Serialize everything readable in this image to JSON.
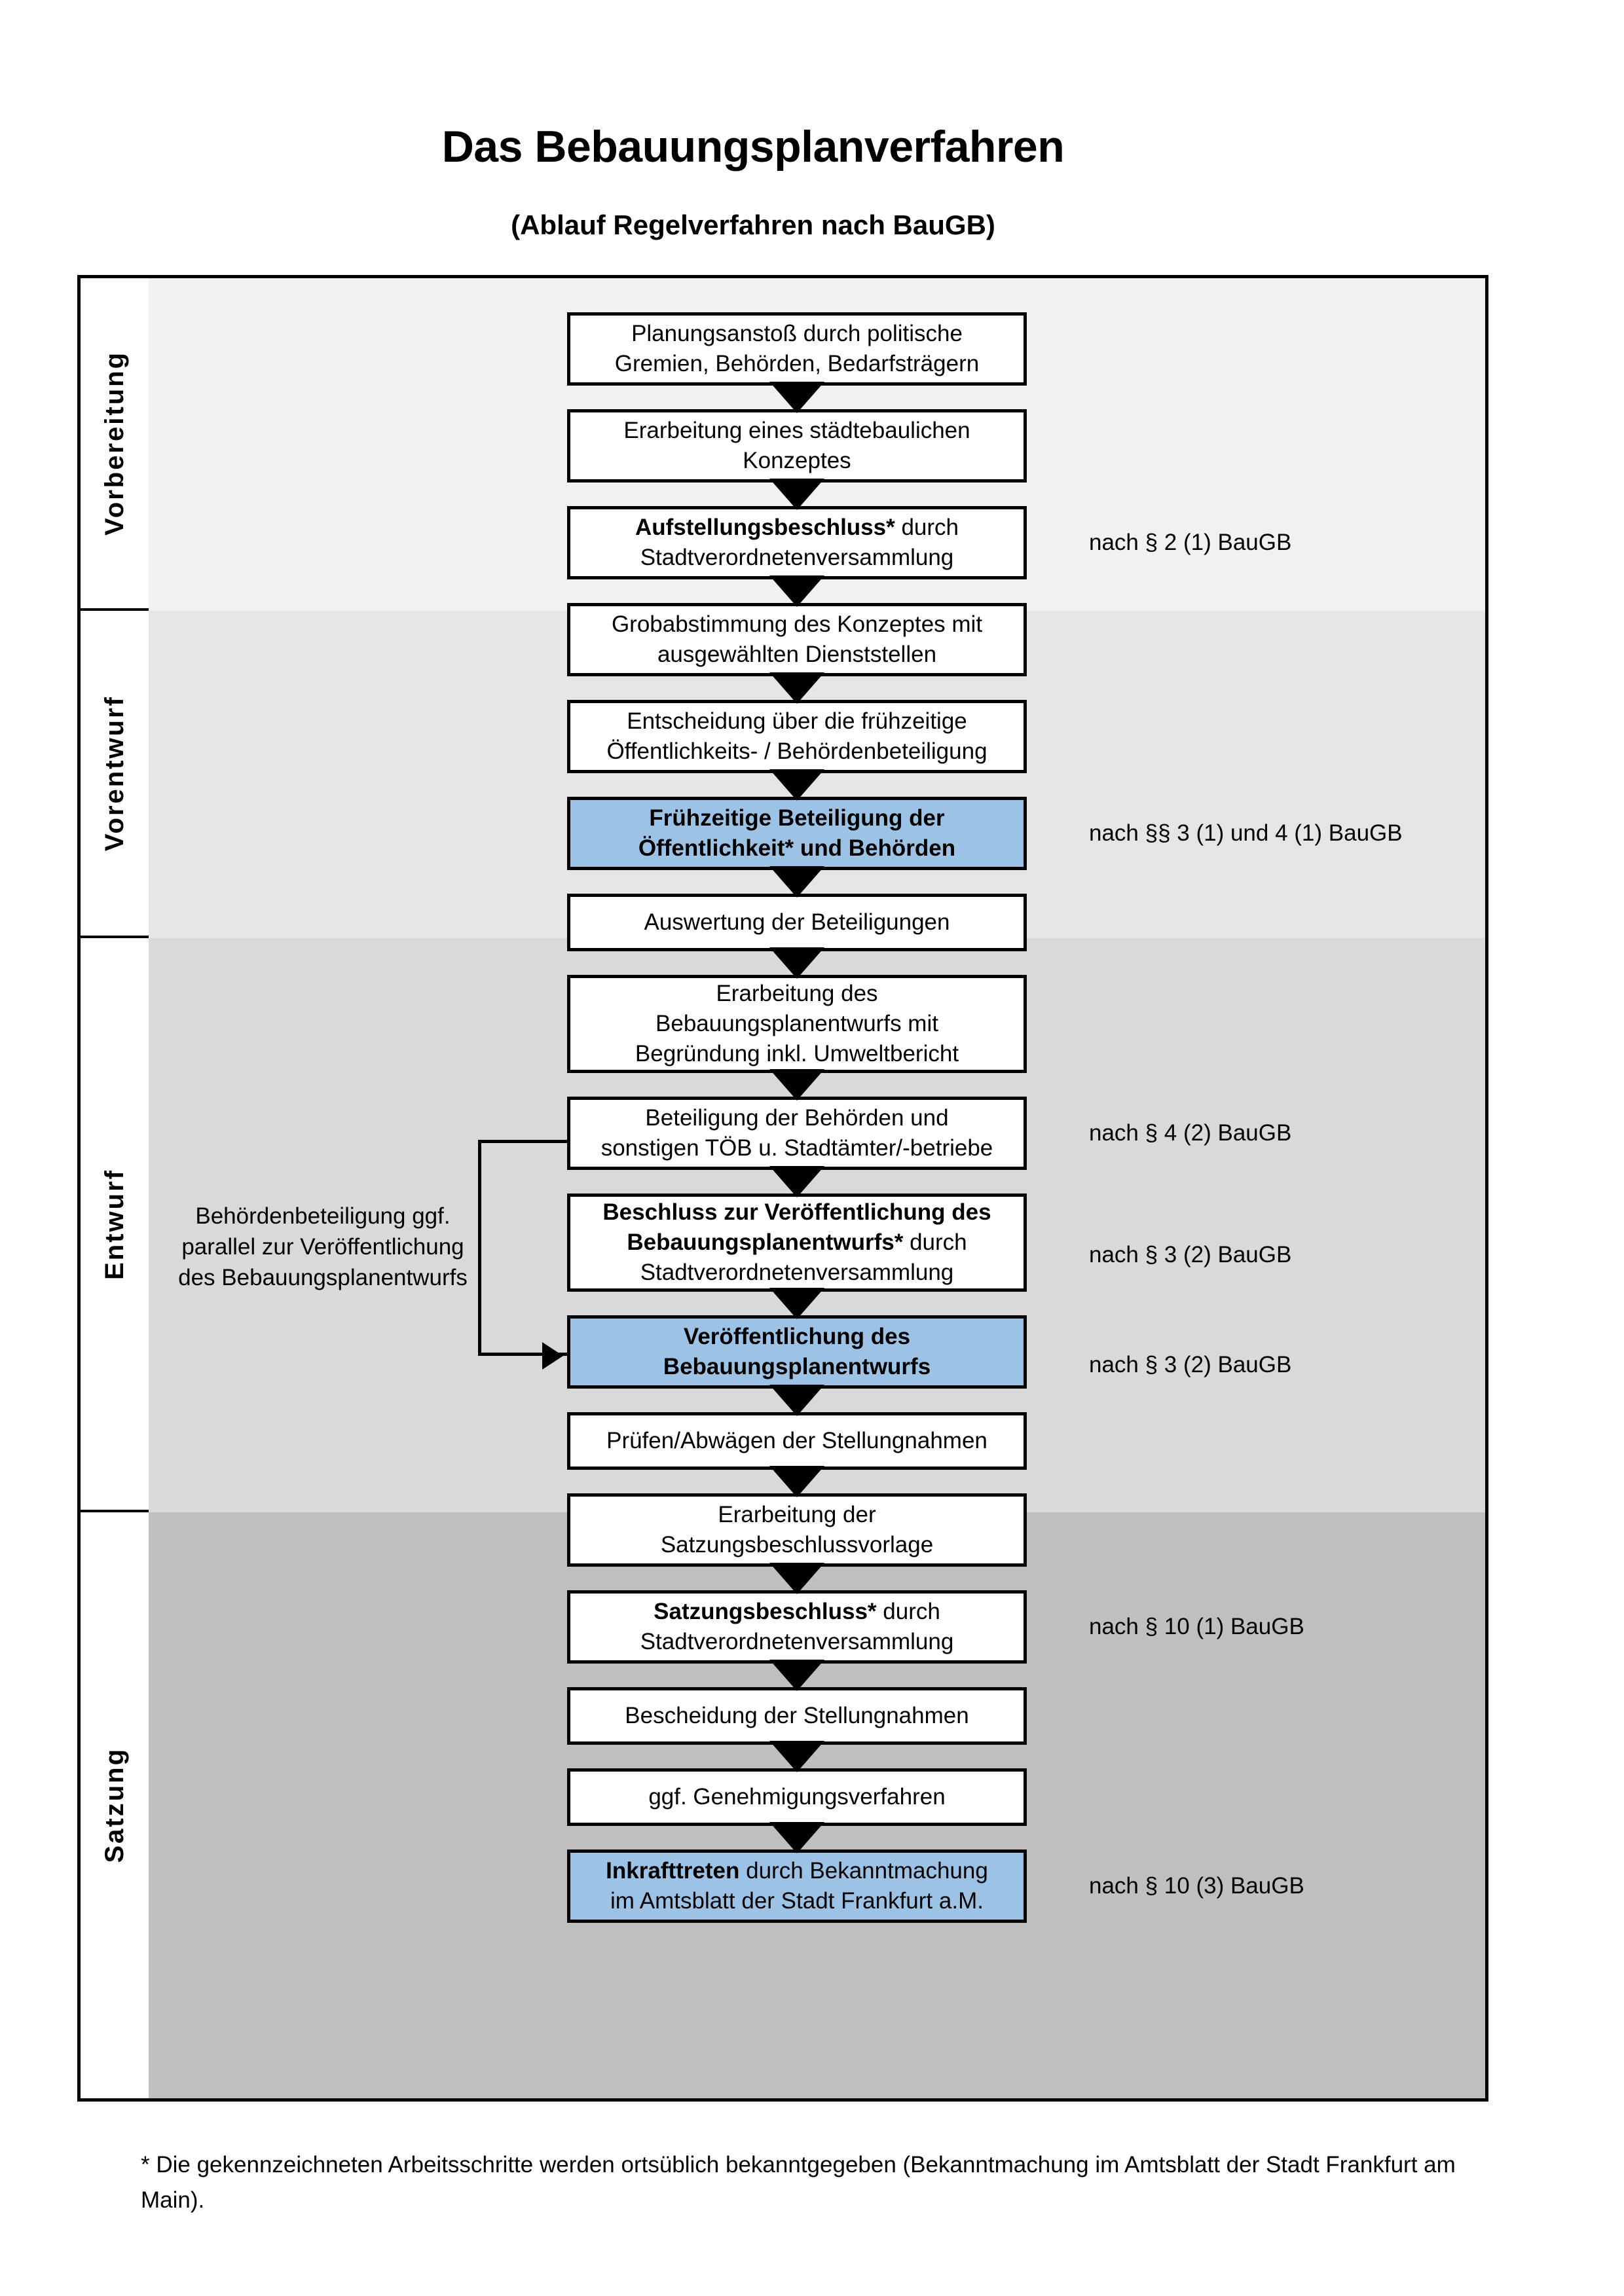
{
  "header": {
    "title": "Das Bebauungsplanverfahren",
    "subtitle": "(Ablauf Regelverfahren nach BauGB)"
  },
  "chart_data": {
    "type": "flowchart",
    "title": "Das Bebauungsplanverfahren",
    "subtitle": "(Ablauf Regelverfahren nach BauGB)",
    "orientation": "top-to-bottom",
    "phases": [
      {
        "id": "vorbereitung",
        "label": "Vorbereitung",
        "band_color": "#F1F1F1"
      },
      {
        "id": "vorentwurf",
        "label": "Vorentwurf",
        "band_color": "#E5E5E5"
      },
      {
        "id": "entwurf",
        "label": "Entwurf",
        "band_color": "#D9D9D9"
      },
      {
        "id": "satzung",
        "label": "Satzung",
        "band_color": "#BFBFBF"
      }
    ],
    "accent_color": "#9CC3E5",
    "steps": [
      {
        "id": "s1",
        "phase": "vorbereitung",
        "highlight": false,
        "lines": [
          {
            "t": "Planungsanstoß durch politische",
            "b": false
          },
          {
            "t": "Gremien, Behörden, Bedarfsträgern",
            "b": false
          }
        ]
      },
      {
        "id": "s2",
        "phase": "vorbereitung",
        "highlight": false,
        "lines": [
          {
            "t": "Erarbeitung eines städtebaulichen",
            "b": false
          },
          {
            "t": "Konzeptes",
            "b": false
          }
        ]
      },
      {
        "id": "s3",
        "phase": "vorbereitung",
        "highlight": false,
        "lines": [
          {
            "t": "Aufstellungsbeschluss*",
            "b": true,
            "suffix": " durch"
          },
          {
            "t": "Stadtverordnetenversammlung",
            "b": false
          }
        ]
      },
      {
        "id": "s4",
        "phase": "vorentwurf",
        "highlight": false,
        "lines": [
          {
            "t": "Grobabstimmung des Konzeptes mit",
            "b": false
          },
          {
            "t": "ausgewählten Dienststellen",
            "b": false
          }
        ]
      },
      {
        "id": "s5",
        "phase": "vorentwurf",
        "highlight": false,
        "lines": [
          {
            "t": "Entscheidung über die frühzeitige",
            "b": false
          },
          {
            "t": "Öffentlichkeits- / Behördenbeteiligung",
            "b": false
          }
        ]
      },
      {
        "id": "s6",
        "phase": "vorentwurf",
        "highlight": true,
        "lines": [
          {
            "t": "Frühzeitige Beteiligung der",
            "b": true
          },
          {
            "t": "Öffentlichkeit* und Behörden",
            "b": true
          }
        ]
      },
      {
        "id": "s7",
        "phase": "entwurf",
        "highlight": false,
        "lines": [
          {
            "t": "Auswertung der Beteiligungen",
            "b": false
          }
        ]
      },
      {
        "id": "s8",
        "phase": "entwurf",
        "highlight": false,
        "lines": [
          {
            "t": "Erarbeitung des",
            "b": false
          },
          {
            "t": "Bebauungsplanentwurfs mit",
            "b": false
          },
          {
            "t": "Begründung inkl. Umweltbericht",
            "b": false
          }
        ]
      },
      {
        "id": "s9",
        "phase": "entwurf",
        "highlight": false,
        "lines": [
          {
            "t": "Beteiligung der Behörden und",
            "b": false
          },
          {
            "t": "sonstigen TÖB u. Stadtämter/-betriebe",
            "b": false
          }
        ]
      },
      {
        "id": "s10",
        "phase": "entwurf",
        "highlight": false,
        "lines": [
          {
            "t": "Beschluss zur Veröffentlichung des",
            "b": true
          },
          {
            "t": "Bebauungsplanentwurfs*",
            "b": true,
            "suffix": " durch"
          },
          {
            "t": "Stadtverordnetenversammlung",
            "b": false
          }
        ]
      },
      {
        "id": "s11",
        "phase": "entwurf",
        "highlight": true,
        "lines": [
          {
            "t": "Veröffentlichung des",
            "b": true
          },
          {
            "t": "Bebauungsplanentwurfs",
            "b": true
          }
        ]
      },
      {
        "id": "s12",
        "phase": "satzung",
        "highlight": false,
        "lines": [
          {
            "t": "Prüfen/Abwägen der Stellungnahmen",
            "b": false
          }
        ]
      },
      {
        "id": "s13",
        "phase": "satzung",
        "highlight": false,
        "lines": [
          {
            "t": "Erarbeitung der",
            "b": false
          },
          {
            "t": "Satzungsbeschlussvorlage",
            "b": false
          }
        ]
      },
      {
        "id": "s14",
        "phase": "satzung",
        "highlight": false,
        "lines": [
          {
            "t": "Satzungsbeschluss*",
            "b": true,
            "suffix": " durch"
          },
          {
            "t": "Stadtverordnetenversammlung",
            "b": false
          }
        ]
      },
      {
        "id": "s15",
        "phase": "satzung",
        "highlight": false,
        "lines": [
          {
            "t": "Bescheidung der Stellungnahmen",
            "b": false
          }
        ]
      },
      {
        "id": "s16",
        "phase": "satzung",
        "highlight": false,
        "lines": [
          {
            "t": "ggf. Genehmigungsverfahren",
            "b": false
          }
        ]
      },
      {
        "id": "s17",
        "phase": "satzung",
        "highlight": true,
        "lines": [
          {
            "t": "Inkrafttreten",
            "b": true,
            "suffix": " durch Bekanntmachung"
          },
          {
            "t": "im Amtsblatt der Stadt Frankfurt a.M.",
            "b": false
          }
        ]
      }
    ],
    "legal_notes": [
      {
        "id": "n1",
        "text": "nach § 2 (1) BauGB",
        "for_step": "s3"
      },
      {
        "id": "n2",
        "text": "nach §§ 3 (1) und 4 (1) BauGB",
        "for_step": "s6"
      },
      {
        "id": "n3",
        "text": "nach § 4 (2) BauGB",
        "for_step": "s9"
      },
      {
        "id": "n4",
        "text": "nach § 3 (2) BauGB",
        "for_step": "s10"
      },
      {
        "id": "n5",
        "text": "nach § 3 (2) BauGB",
        "for_step": "s11"
      },
      {
        "id": "n6",
        "text": "nach § 10 (1) BauGB",
        "for_step": "s14"
      },
      {
        "id": "n7",
        "text": "nach § 10 (3) BauGB",
        "for_step": "s17"
      }
    ],
    "side_note": {
      "lines": [
        "Behördenbeteiligung",
        "ggf. parallel zur",
        "Veröffentlichung des",
        "Bebauungsplanentwurfs"
      ]
    }
  },
  "footnote": {
    "text": "* Die gekennzeichneten Arbeitsschritte werden ortsüblich bekanntgegeben (Bekanntmachung im Amtsblatt  der Stadt Frankfurt am Main)."
  }
}
